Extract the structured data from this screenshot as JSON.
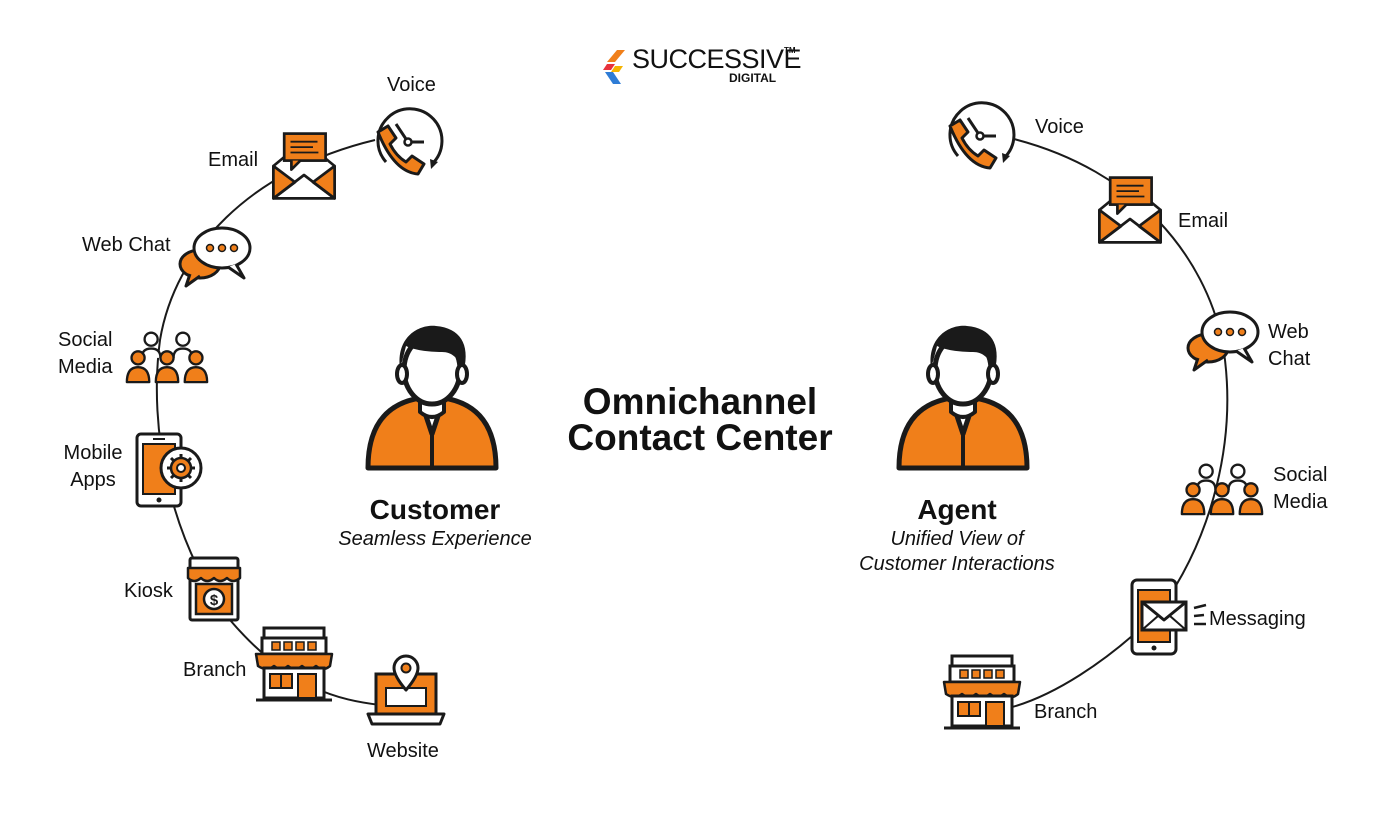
{
  "brand": {
    "name": "SUCCESSIVE",
    "tm": "TM",
    "sub": "DIGITAL"
  },
  "title": {
    "line1": "Omnichannel",
    "line2": "Contact Center"
  },
  "customer": {
    "title": "Customer",
    "subtitle": "Seamless Experience",
    "channels": {
      "voice": "Voice",
      "email": "Email",
      "webchat": "Web Chat",
      "social_1": "Social",
      "social_2": "Media",
      "mobile_1": "Mobile",
      "mobile_2": "Apps",
      "kiosk": "Kiosk",
      "branch": "Branch",
      "website": "Website"
    }
  },
  "agent": {
    "title": "Agent",
    "subtitle_1": "Unified View of",
    "subtitle_2": "Customer Interactions",
    "channels": {
      "voice": "Voice",
      "email": "Email",
      "webchat_1": "Web",
      "webchat_2": "Chat",
      "social_1": "Social",
      "social_2": "Media",
      "messaging": "Messaging",
      "branch": "Branch"
    }
  },
  "colors": {
    "accent": "#F07F1A",
    "outline": "#1A1A1A",
    "text": "#111111"
  },
  "icons": [
    "voice-icon",
    "email-icon",
    "webchat-icon",
    "social-media-icon",
    "mobile-apps-icon",
    "kiosk-icon",
    "branch-icon",
    "website-icon",
    "messaging-icon",
    "person-icon"
  ]
}
